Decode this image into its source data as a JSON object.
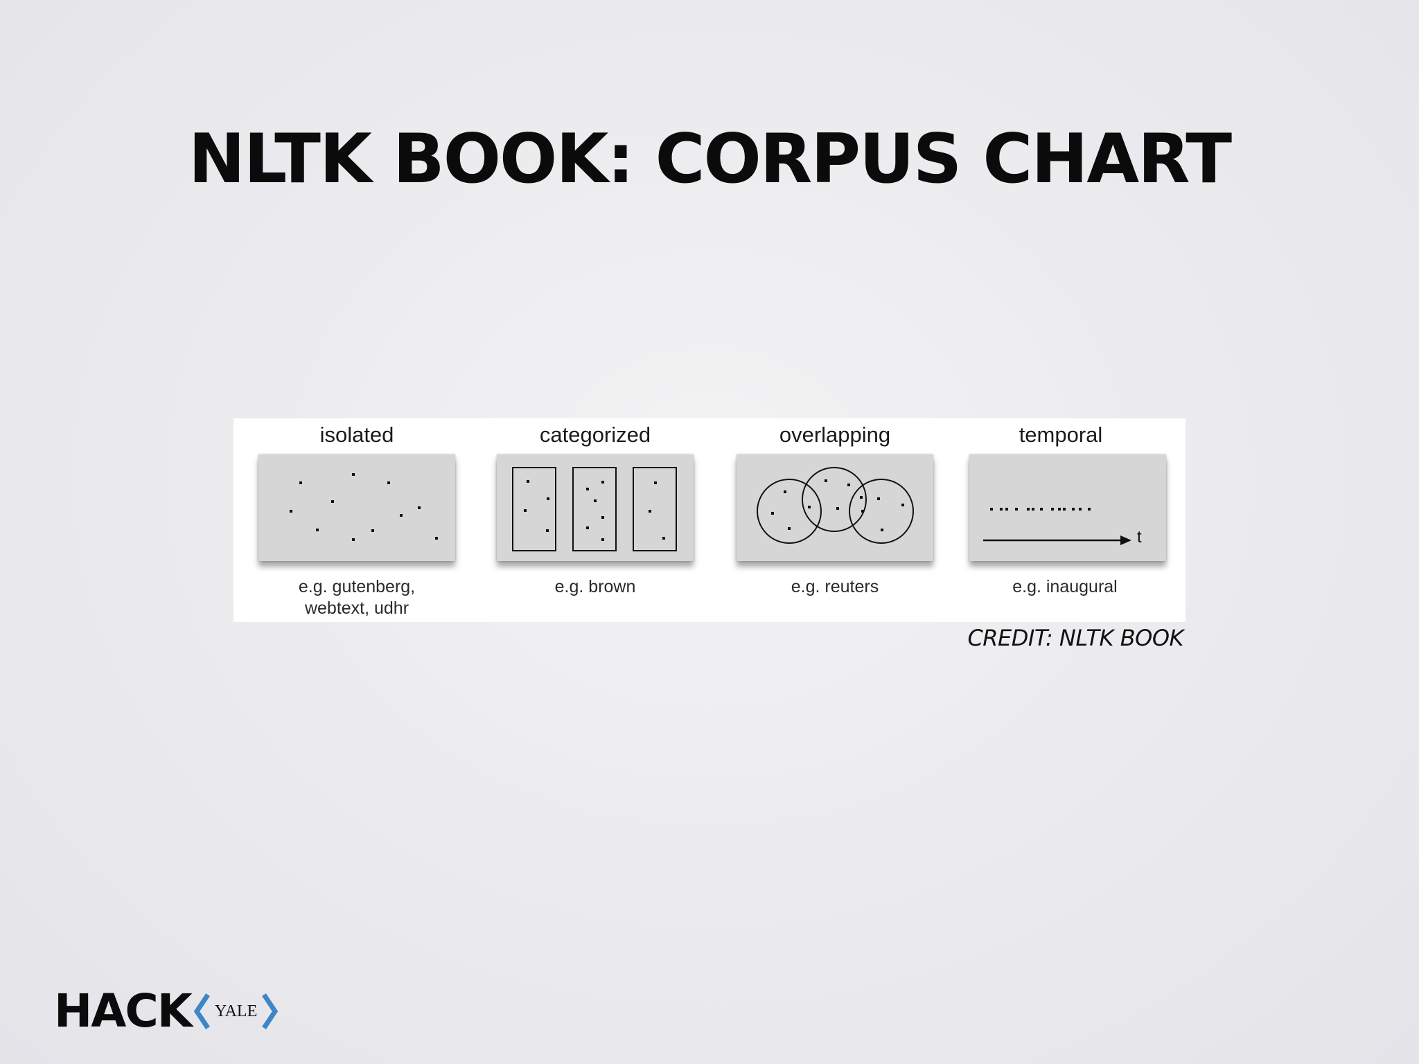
{
  "slide": {
    "title": "NLTK BOOK: CORPUS CHART",
    "credit": "CREDIT: NLTK BOOK"
  },
  "diagram": {
    "panels": [
      {
        "title": "isolated",
        "caption_lines": [
          "e.g. gutenberg,",
          "webtext, udhr"
        ]
      },
      {
        "title": "categorized",
        "caption_lines": [
          "e.g. brown"
        ]
      },
      {
        "title": "overlapping",
        "caption_lines": [
          "e.g. reuters"
        ]
      },
      {
        "title": "temporal",
        "caption_lines": [
          "e.g. inaugural"
        ]
      }
    ],
    "axis_label": "t"
  },
  "logo": {
    "wordmark": "HACK",
    "sub": "YALE",
    "accent_color": "#3f86c6"
  },
  "colors": {
    "background": "#ececef",
    "panel_fill": "#d6d6d6",
    "text": "#0b0b0b"
  }
}
